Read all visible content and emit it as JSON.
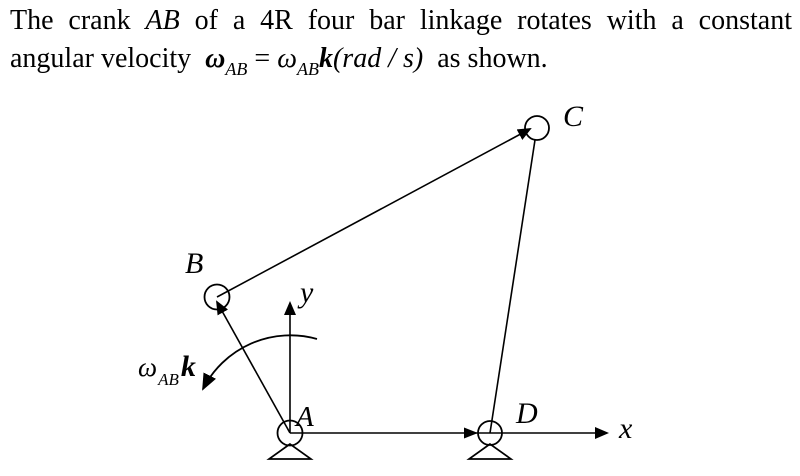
{
  "title": {
    "line1": {
      "pre": "The crank ",
      "crank_name": "AB",
      "post": " of a 4R four bar linkage rotates with a constant"
    },
    "line2": {
      "pre": "angular velocity",
      "omega_bold": "ω",
      "sub1": "AB",
      "equals": "=",
      "omega": "ω",
      "sub2": "AB",
      "k": "k",
      "units": "(rad / s)",
      "post": "as shown."
    }
  },
  "diagram": {
    "joint_labels": {
      "a": "A",
      "b": "B",
      "c": "C",
      "d": "D"
    },
    "axis_labels": {
      "x": "x",
      "y": "y"
    },
    "angular_velocity_label": {
      "omega": "ω",
      "sub": "AB",
      "k": "k"
    }
  },
  "colors": {
    "ink": "#000000",
    "background": "#ffffff"
  }
}
